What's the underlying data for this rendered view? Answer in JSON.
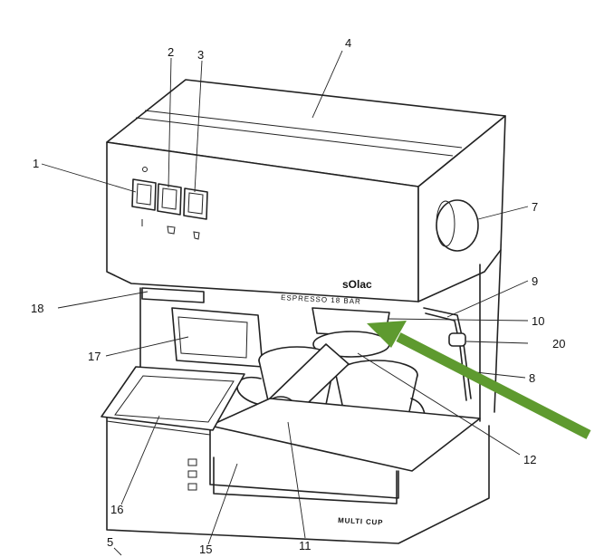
{
  "brand": {
    "logo": "sOlac",
    "model": "ESPRESSO 18 BAR",
    "tray_label": "MULTI CUP"
  },
  "callouts": {
    "c1": "1",
    "c2": "2",
    "c3": "3",
    "c4": "4",
    "c5": "5",
    "c7": "7",
    "c8": "8",
    "c9": "9",
    "c10": "10",
    "c11": "11",
    "c12": "12",
    "c15": "15",
    "c16": "16",
    "c17": "17",
    "c18": "18",
    "c20": "20"
  },
  "colors": {
    "line": "#222222",
    "arrow": "#5e9a2f",
    "background": "#ffffff"
  }
}
